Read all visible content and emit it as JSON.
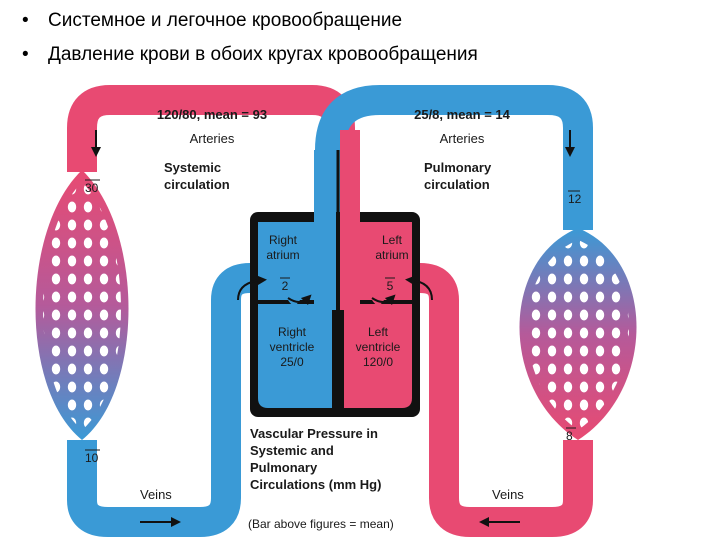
{
  "bullets": [
    "Системное и легочное кровообращение",
    "Давление крови в обоих кругах кровообращения"
  ],
  "diagram": {
    "systemic_arteries_pressure": "120/80, mean = 93",
    "pulmonary_arteries_pressure": "25/8, mean = 14",
    "arteries_label": "Arteries",
    "veins_label": "Veins",
    "systemic_label_line1": "Systemic",
    "systemic_label_line2": "circulation",
    "pulmonary_label_line1": "Pulmonary",
    "pulmonary_label_line2": "circulation",
    "right_atrium_line1": "Right",
    "right_atrium_line2": "atrium",
    "right_atrium_value": "2",
    "left_atrium_line1": "Left",
    "left_atrium_line2": "atrium",
    "left_atrium_value": "5",
    "right_ventricle_line1": "Right",
    "right_ventricle_line2": "ventricle",
    "right_ventricle_value": "25/0",
    "left_ventricle_line1": "Left",
    "left_ventricle_line2": "ventricle",
    "left_ventricle_value": "120/0",
    "systemic_capillary_start": "30",
    "systemic_capillary_end": "10",
    "pulmonary_capillary_start": "12",
    "pulmonary_capillary_end": "8",
    "caption_line1": "Vascular Pressure in",
    "caption_line2": "Systemic and",
    "caption_line3": "Pulmonary",
    "caption_line4": "Circulations (mm Hg)",
    "caption_note": "(Bar above figures = mean)"
  },
  "colors": {
    "arterial": "#e84a72",
    "venous": "#3a9ad6",
    "heart_outline": "#111111"
  }
}
